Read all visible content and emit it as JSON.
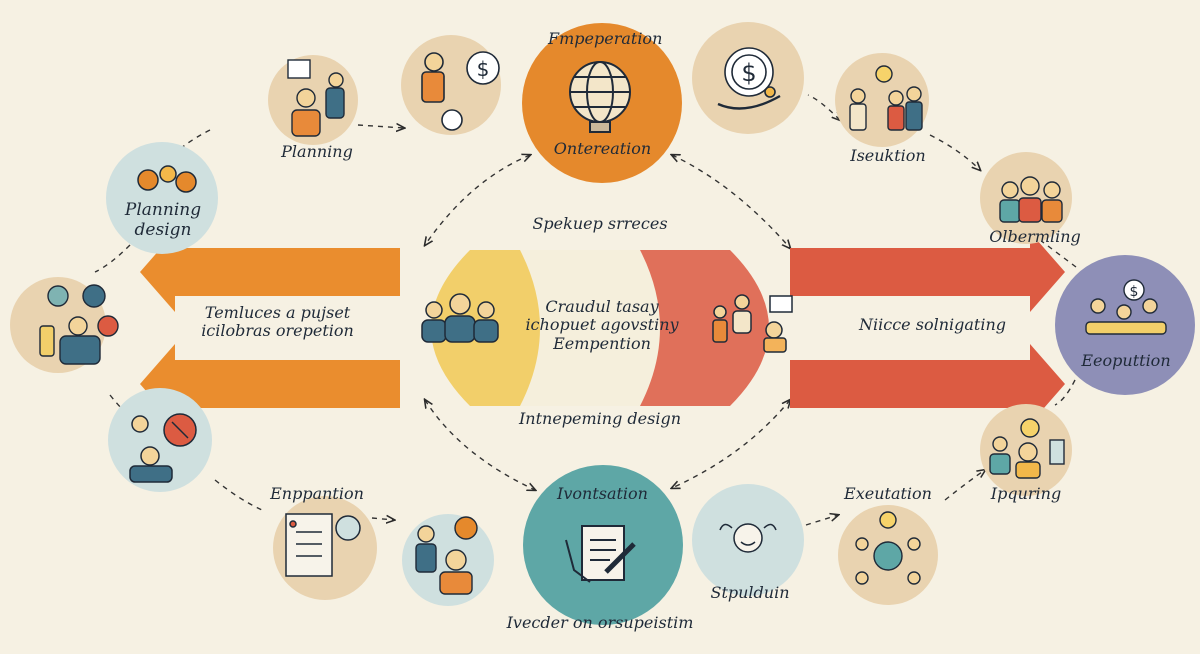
{
  "diagram": {
    "top_labels": {
      "preparation": "Fmpeperation",
      "ontereation": "Ontereation",
      "planning": "Planning",
      "seukion": "Iseuktion"
    },
    "left_labels": {
      "planning_design": "Planning design",
      "left_arrow_text": "Temluces a pujset icilobras orepetion"
    },
    "center_labels": {
      "top": "Spekuep srreces",
      "center": "Craudul tasay ichopuet agovstiny Eempention",
      "bottom": "Intnepeming design"
    },
    "right_labels": {
      "olbermling": "Olbermling",
      "right_arrow_text": "Niicce solnigating",
      "eeoputition": "Eeoputtion",
      "ipquring": "Ipquring"
    },
    "bottom_labels": {
      "enppantion": "Enppantion",
      "ivontsation": "Ivontsation",
      "execution": "Exeutation",
      "stpulduin": "Stpulduin",
      "footer": "Ivecder on orsupeistim"
    }
  },
  "colors": {
    "background": "#f6f1e3",
    "orange": "#e5892c",
    "yellow": "#f2cf6a",
    "coral": "#e0705a",
    "teal": "#5ea7a6",
    "lavender": "#8e8fb7",
    "tan": "#e9d3b0",
    "mint": "#cfe0df",
    "ink": "#1f2a38"
  }
}
